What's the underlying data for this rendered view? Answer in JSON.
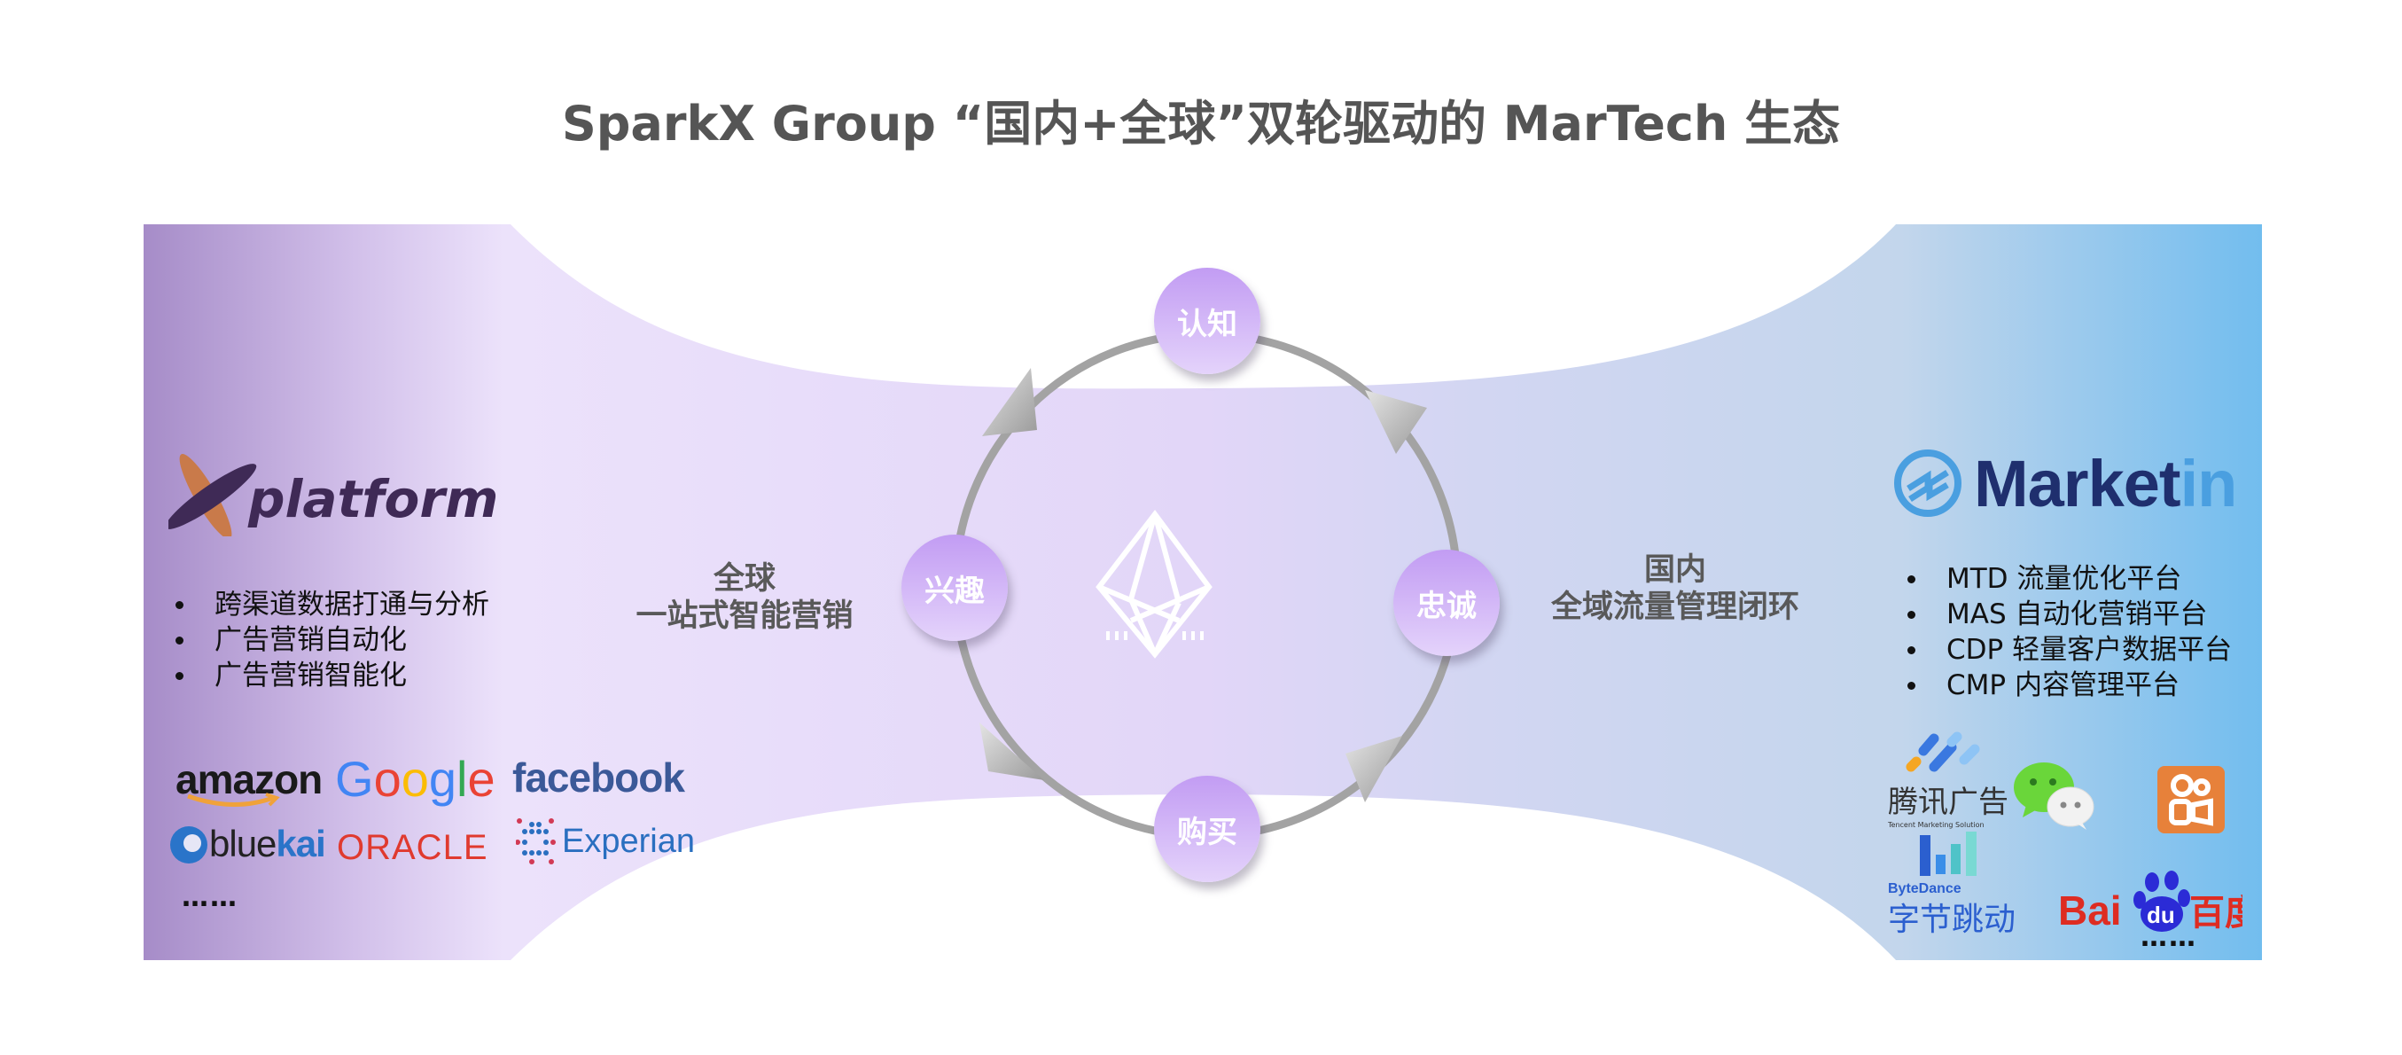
{
  "title": "SparkX Group “国内+全球”双轮驱动的 MarTech 生态",
  "colors": {
    "title": "#555555",
    "left_band_dark": "#a68cc8",
    "left_band_light": "#ece2fb",
    "right_band_light": "#c3d6ec",
    "right_band_dark": "#72bdee",
    "node_top": "#c29cf3",
    "node_bottom": "#e4d3fb",
    "ring": "#a3a3a3"
  },
  "left_panel": {
    "logo": {
      "icon": "xplatform-logo-icon",
      "text": "platform"
    },
    "bullets": [
      "跨渠道数据打通与分析",
      "广告营销自动化",
      "广告营销智能化"
    ],
    "partners": [
      {
        "name": "amazon",
        "icon": "amazon-logo-icon"
      },
      {
        "name": "Google",
        "icon": "google-logo-icon"
      },
      {
        "name": "facebook",
        "icon": "facebook-logo-icon"
      },
      {
        "name": "bluekai",
        "icon": "bluekai-logo-icon"
      },
      {
        "name": "ORACLE",
        "icon": "oracle-logo-icon"
      },
      {
        "name": "Experian",
        "icon": "experian-logo-icon"
      }
    ],
    "more": "……"
  },
  "left_label": {
    "line1": "全球",
    "line2": "一站式智能营销"
  },
  "cycle": {
    "center_icon": "crystal-icon",
    "nodes": [
      {
        "label": "认知",
        "position": "top"
      },
      {
        "label": "兴趣",
        "position": "left"
      },
      {
        "label": "忠诚",
        "position": "right"
      },
      {
        "label": "购买",
        "position": "bottom"
      }
    ]
  },
  "right_label": {
    "line1": "国内",
    "line2": "全域流量管理闭环"
  },
  "right_panel": {
    "logo": {
      "icon": "marketin-logo-icon",
      "text_main": "Market",
      "text_accent": "in"
    },
    "bullets": [
      "MTD 流量优化平台",
      "MAS 自动化营销平台",
      "CDP 轻量客户数据平台",
      "CMP 内容管理平台"
    ],
    "partners": [
      {
        "name": "腾讯广告",
        "sub": "Tencent Marketing Solution",
        "icon": "tencent-ads-logo-icon"
      },
      {
        "name": "WeChat",
        "icon": "wechat-logo-icon"
      },
      {
        "name": "Kuaishou",
        "icon": "kuaishou-logo-icon"
      },
      {
        "name": "字节跳动",
        "sub": "ByteDance",
        "icon": "bytedance-logo-icon"
      },
      {
        "name": "Bai du 百度",
        "icon": "baidu-logo-icon"
      }
    ],
    "more": "……"
  }
}
